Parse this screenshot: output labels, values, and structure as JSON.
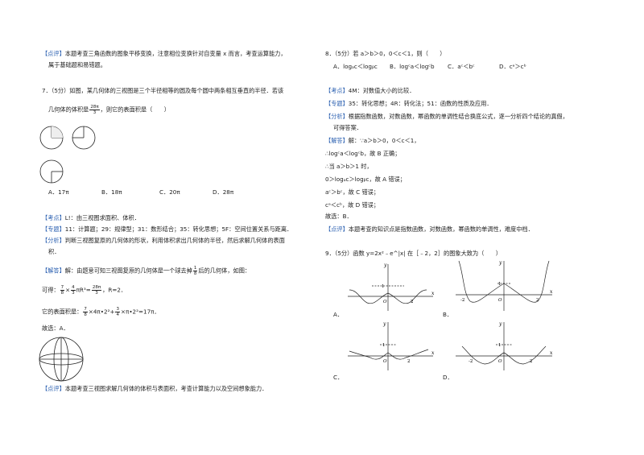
{
  "left": {
    "review1_tag": "【点评】",
    "review1_text_a": "本题考查三角函数的图象平移变换，注意相位变换针对自变量 x 而言，考查运算能力，",
    "review1_text_b": "属于基础题和易错题。",
    "q7_head": "7．（5分）如图，某几何体的三视图是三个半径相等的圆及每个圆中两条相互垂直的半径．若该",
    "q7_line2_a": "几何体的体积是",
    "q7_vol_num": "28π",
    "q7_vol_den": "3",
    "q7_line2_b": "，则它的表面积是（　　）",
    "q7_opts": [
      "A．17π",
      "B．18π",
      "C．20π",
      "D．28π"
    ],
    "kaodian_tag": "【考点】",
    "kaodian_text": "L!：由三视图求面积、体积．",
    "zhuanti_tag": "【专题】",
    "zhuanti_text": "11：计算题；29：规律型；31：数形结合；35：转化思想；5F：空间位置关系与距离．",
    "fenxi_tag": "【分析】",
    "fenxi_text_a": "判断三视图复原的几何体的形状，利用体积求出几何体的半径，然后求解几何体的表面",
    "fenxi_text_b": "积．",
    "jieda_tag": "【解答】",
    "jieda_text_a": "解：由题意可知三视图复原的几何体是一个球去掉",
    "jieda_frac_num": "1",
    "jieda_frac_den": "8",
    "jieda_text_b": "后的几何体，如图：",
    "keде_prefix": "可得：",
    "kede_f1n": "7",
    "kede_f1d": "8",
    "kede_times": "×",
    "kede_f2n": "4",
    "kede_f2d": "3",
    "kede_mid": "πR³=",
    "kede_f3n": "28π",
    "kede_f3d": "3",
    "kede_end": "，R=2．",
    "surf_prefix": "它的表面积是：",
    "surf_f1n": "7",
    "surf_f1d": "8",
    "surf_mid": "×4π•2²+",
    "surf_f2n": "3",
    "surf_f2d": "4",
    "surf_end": "×π•2²=17π．",
    "guxuan": "故选：A．",
    "review2_tag": "【点评】",
    "review2_text": "本题考查三视图求解几何体的体积与表面积，考查计算能力以及空间想象能力．"
  },
  "right": {
    "q8_head": "8．（5分）若 a＞b＞0，0＜c＜1，则（　　）",
    "q8_opts": [
      "A．logₐc＜logᵦc",
      "B．logᶜа＜logᶜb",
      "C．aᶜ＜bᶜ",
      "D．cᵃ＞cᵇ"
    ],
    "q8_kaodian_tag": "【考点】",
    "q8_kaodian_text": "4M：对数值大小的比较．",
    "q8_zhuanti_tag": "【专题】",
    "q8_zhuanti_text": "35：转化思想；4R：转化法；51：函数的性质及应用．",
    "q8_fenxi_tag": "【分析】",
    "q8_fenxi_text_a": "根据指数函数，对数函数，幂函数的单调性结合换底公式，逐一分析四个结论的真假，",
    "q8_fenxi_text_b": "可得答案．",
    "q8_jieda_tag": "【解答】",
    "q8_jieda_text": "解：∵a＞b＞0，0＜c＜1，",
    "q8_lines": [
      "∴logᶜа＜logᶜb，故 B 正确；",
      "∴当 a＞b＞1 时，",
      "0＞logₐc＞logᵦc，故 A 错误；",
      "aᶜ＞bᶜ，故 C 错误；",
      "cᵃ＜cᵇ，故 D 错误；",
      "故选：B．"
    ],
    "q8_review_tag": "【点评】",
    "q8_review_text": "本题考查的知识点是指数函数，对数函数，幂函数的单调性，难度中档．",
    "q9_head": "9．（5分）函数 y=2x²﹣e^|x| 在［﹣2，2］的图象大致为（　　）",
    "graph_labels": {
      "y": "y",
      "x": "x",
      "one": "1",
      "o": "O",
      "two": "2",
      "neg2": "-2"
    },
    "q9_opts": [
      "A．",
      "B．",
      "C．",
      "D．"
    ]
  }
}
